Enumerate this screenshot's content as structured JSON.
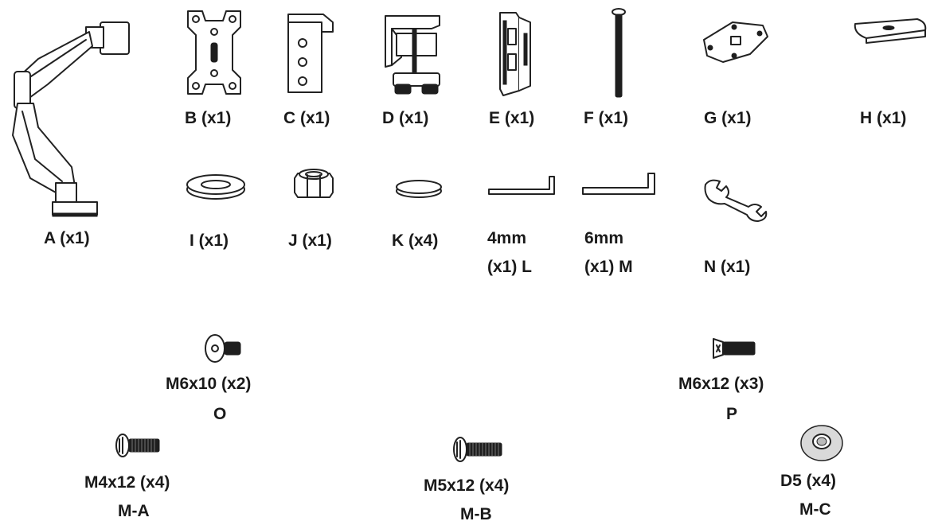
{
  "parts": {
    "A": "A (x1)",
    "B": "B (x1)",
    "C": "C (x1)",
    "D": "D (x1)",
    "E": "E (x1)",
    "F": "F (x1)",
    "G": "G (x1)",
    "H": "H (x1)",
    "I": "I (x1)",
    "J": "J (x1)",
    "K": "K (x4)",
    "L": [
      "4mm",
      "(x1) L"
    ],
    "M": [
      "6mm",
      "(x1) M"
    ],
    "N": "N (x1)",
    "O": [
      "M6x10 (x2)",
      "O"
    ],
    "P": [
      "M6x12 (x3)",
      "P"
    ],
    "MA": [
      "M4x12 (x4)",
      "M-A"
    ],
    "MB": [
      "M5x12 (x4)",
      "M-B"
    ],
    "MC": [
      "D5 (x4)",
      "M-C"
    ]
  },
  "icons": {
    "A": "monitor-arm-icon",
    "B": "vesa-plate-icon",
    "C": "bracket-icon",
    "D": "desk-clamp-icon",
    "E": "grommet-base-icon",
    "F": "long-bolt-icon",
    "G": "reinforcement-plate-icon",
    "H": "oval-plate-icon",
    "I": "washer-icon",
    "J": "hex-nut-icon",
    "K": "pad-icon",
    "L": "allen-key-4mm-icon",
    "M": "allen-key-6mm-icon",
    "N": "wrench-icon",
    "O": "screw-m6x10-icon",
    "P": "screw-m6x12-icon",
    "MA": "screw-m4x12-icon",
    "MB": "screw-m5x12-icon",
    "MC": "washer-d5-icon"
  }
}
